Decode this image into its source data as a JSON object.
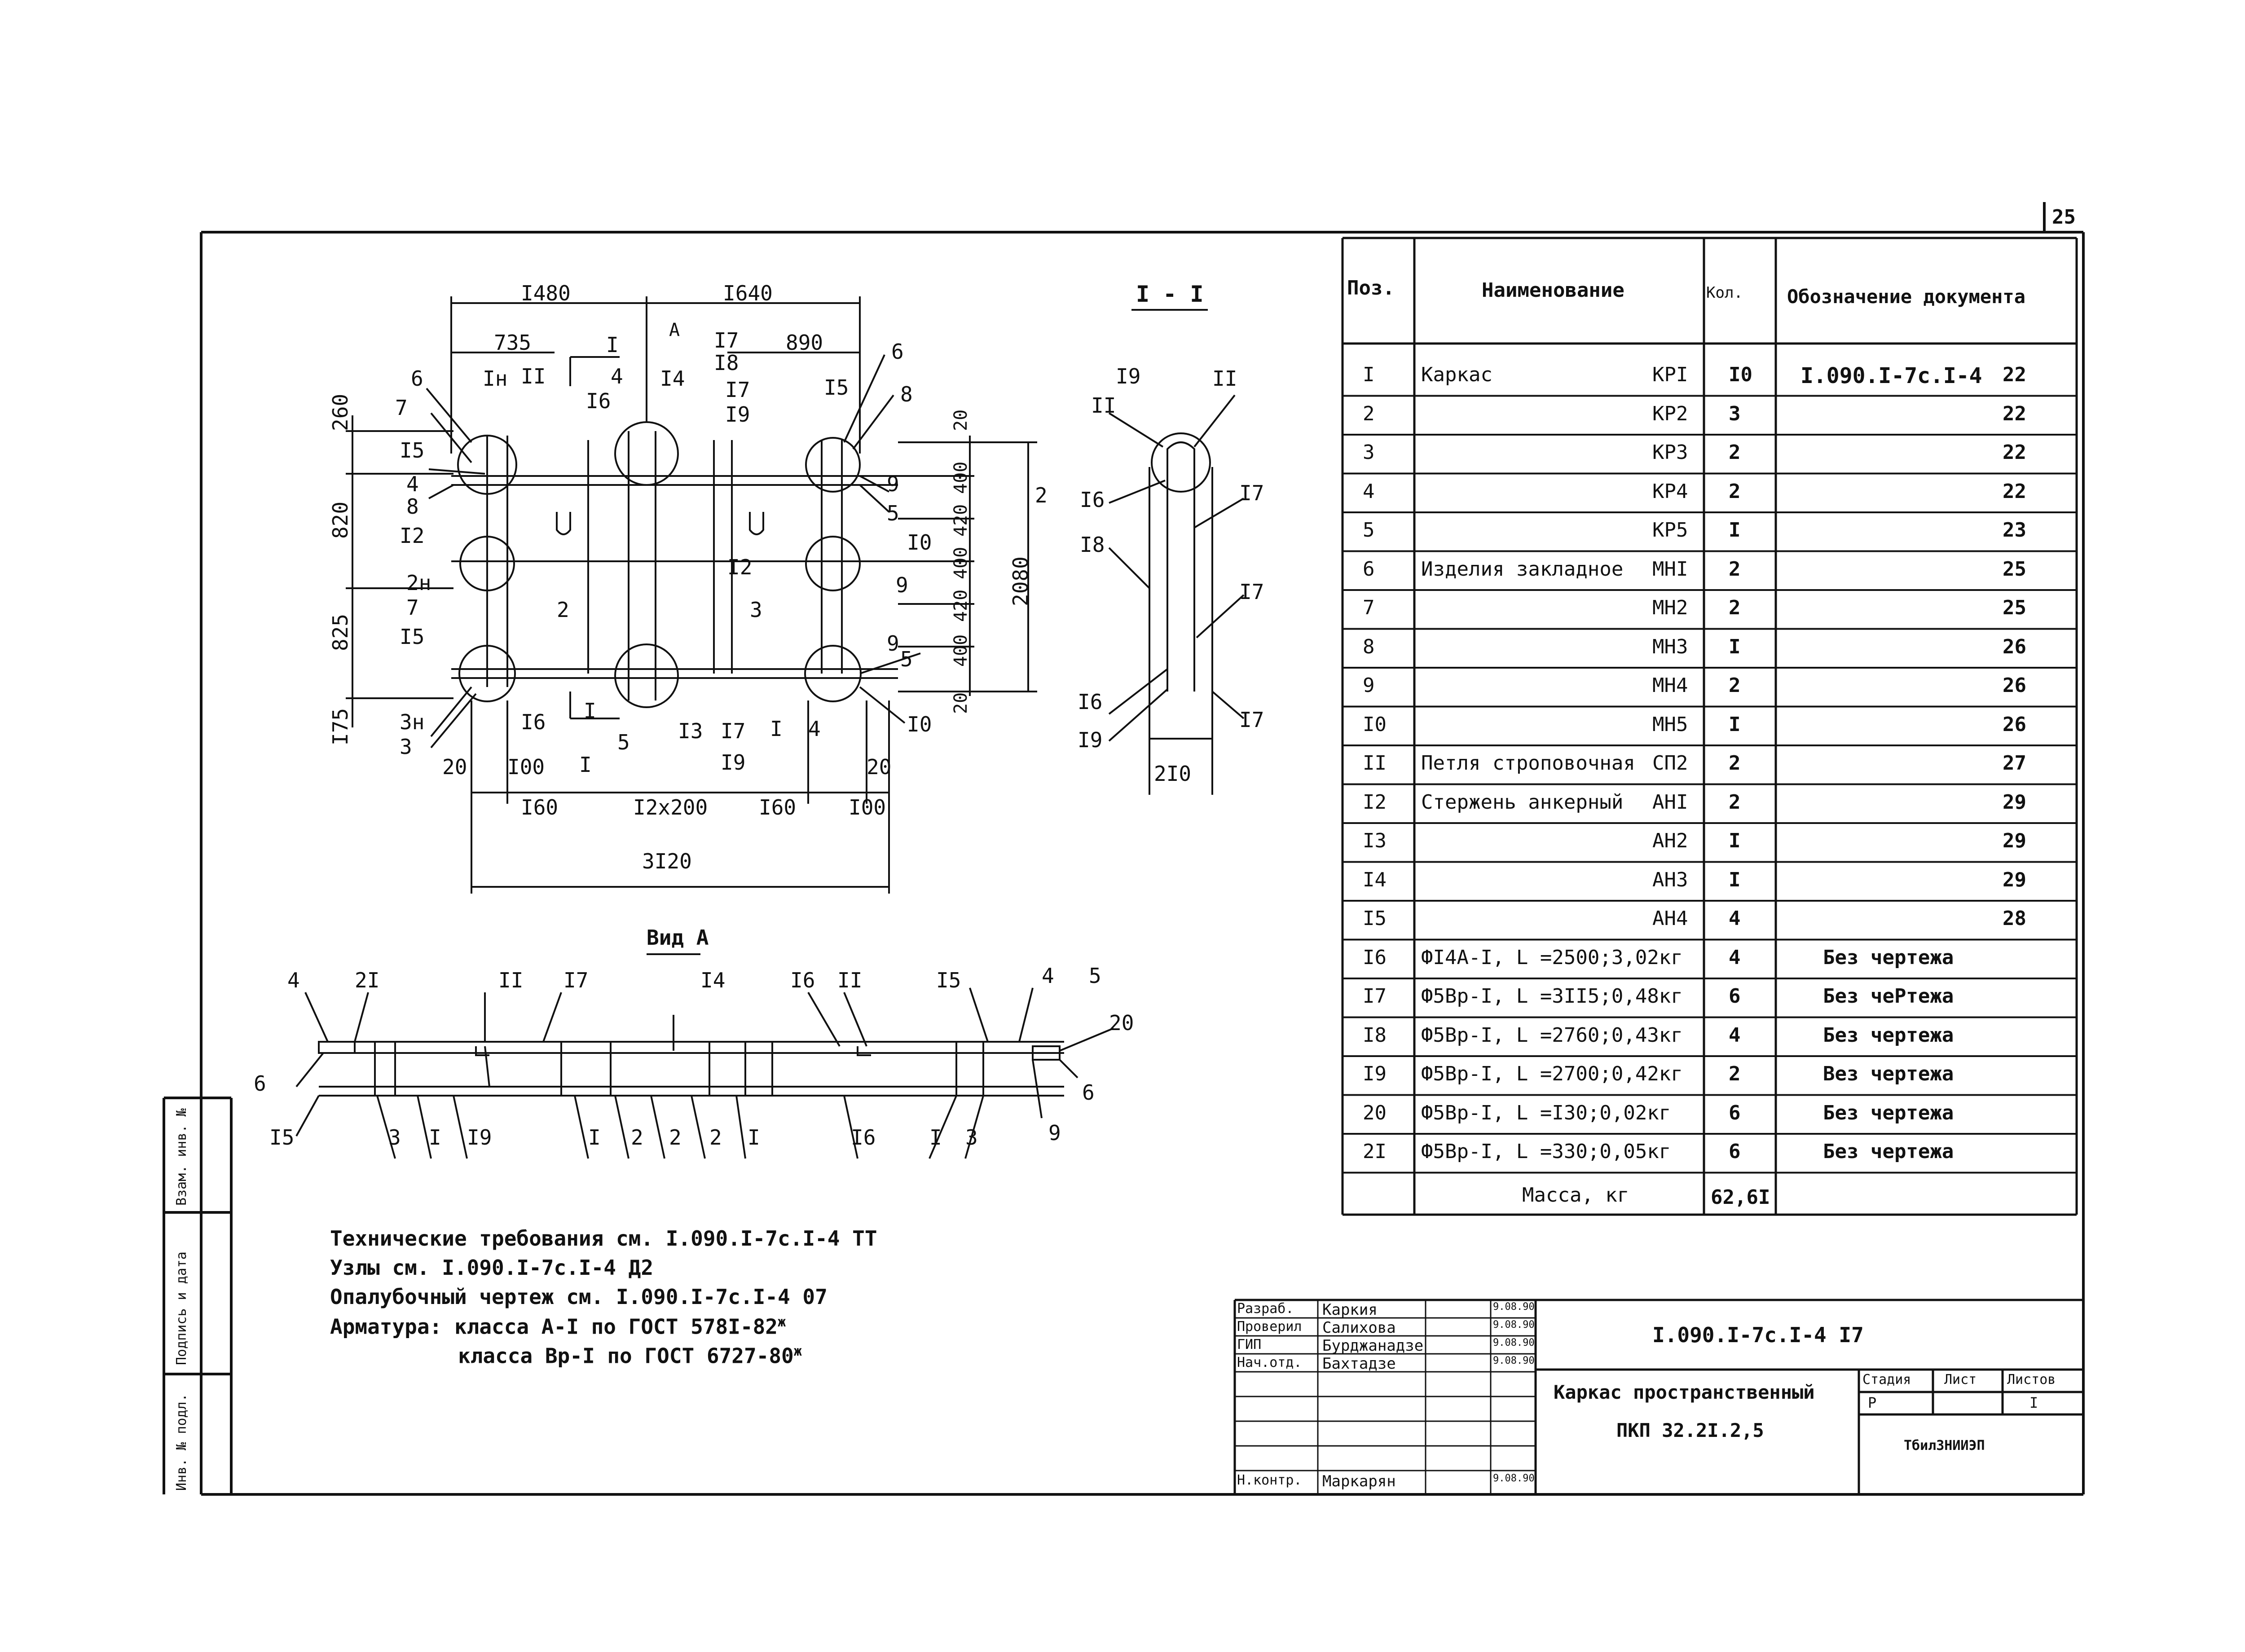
{
  "sheet": {
    "page_number": "25"
  },
  "spec_table": {
    "headers": {
      "pos": "Поз.",
      "name": "Наименование",
      "qty": "Кол.",
      "doc": "Обозначение документа"
    },
    "rows": [
      {
        "pos": "I",
        "name": "Каркас",
        "mark": "КРI",
        "qty": "I0",
        "doc": "I.090.I-7с.I-4",
        "sheet": "22"
      },
      {
        "pos": "2",
        "name": "",
        "mark": "КР2",
        "qty": "3",
        "doc": "",
        "sheet": "22"
      },
      {
        "pos": "3",
        "name": "",
        "mark": "КР3",
        "qty": "2",
        "doc": "",
        "sheet": "22"
      },
      {
        "pos": "4",
        "name": "",
        "mark": "КР4",
        "qty": "2",
        "doc": "",
        "sheet": "22"
      },
      {
        "pos": "5",
        "name": "",
        "mark": "КР5",
        "qty": "I",
        "doc": "",
        "sheet": "23"
      },
      {
        "pos": "6",
        "name": "Изделия закладное",
        "mark": "МНI",
        "qty": "2",
        "doc": "",
        "sheet": "25"
      },
      {
        "pos": "7",
        "name": "",
        "mark": "МН2",
        "qty": "2",
        "doc": "",
        "sheet": "25"
      },
      {
        "pos": "8",
        "name": "",
        "mark": "МН3",
        "qty": "I",
        "doc": "",
        "sheet": "26"
      },
      {
        "pos": "9",
        "name": "",
        "mark": "МН4",
        "qty": "2",
        "doc": "",
        "sheet": "26"
      },
      {
        "pos": "I0",
        "name": "",
        "mark": "МН5",
        "qty": "I",
        "doc": "",
        "sheet": "26"
      },
      {
        "pos": "II",
        "name": "Петля строповочная",
        "mark": "СП2",
        "qty": "2",
        "doc": "",
        "sheet": "27"
      },
      {
        "pos": "I2",
        "name": "Стержень анкерный",
        "mark": "АНI",
        "qty": "2",
        "doc": "",
        "sheet": "29"
      },
      {
        "pos": "I3",
        "name": "",
        "mark": "АН2",
        "qty": "I",
        "doc": "",
        "sheet": "29"
      },
      {
        "pos": "I4",
        "name": "",
        "mark": "АН3",
        "qty": "I",
        "doc": "",
        "sheet": "29"
      },
      {
        "pos": "I5",
        "name": "",
        "mark": "АН4",
        "qty": "4",
        "doc": "",
        "sheet": "28"
      },
      {
        "pos": "I6",
        "name": "ФI4А-I, L =2500;3,02кг",
        "mark": "",
        "qty": "4",
        "doc": "Без чертежа",
        "sheet": ""
      },
      {
        "pos": "I7",
        "name": "Ф5Вр-I, L =3II5;0,48кг",
        "mark": "",
        "qty": "6",
        "doc": "Без чеРтежа",
        "sheet": ""
      },
      {
        "pos": "I8",
        "name": "Ф5Вр-I, L =2760;0,43кг",
        "mark": "",
        "qty": "4",
        "doc": "Без чертежа",
        "sheet": ""
      },
      {
        "pos": "I9",
        "name": "Ф5Вр-I, L =2700;0,42кг",
        "mark": "",
        "qty": "2",
        "doc": "Вез чертежа",
        "sheet": ""
      },
      {
        "pos": "20",
        "name": "Ф5Вр-I, L =I30;0,02кг",
        "mark": "",
        "qty": "6",
        "doc": "Без чертежа",
        "sheet": ""
      },
      {
        "pos": "2I",
        "name": "Ф5Вр-I, L =330;0,05кг",
        "mark": "",
        "qty": "6",
        "doc": "Без чертежа",
        "sheet": ""
      }
    ],
    "mass_label": "Масса, кг",
    "mass_value": "62,6I"
  },
  "notes": {
    "line1": "Технические требования см. I.090.I-7с.I-4 ТТ",
    "line2": "Узлы см. I.090.I-7с.I-4 Д2",
    "line3": "Опалубочный чертеж см. I.090.I-7с.I-4 07",
    "line4": "Арматура: класса А-I по ГОСТ 578I-82",
    "line4_sup": "ж",
    "line5": "класса Вр-I по ГОСТ 6727-80",
    "line5_sup": "ж"
  },
  "titleblock": {
    "roles": [
      "Разраб.",
      "Проверил",
      "ГИП",
      "Нач.отд.",
      "",
      "",
      "Н.контр."
    ],
    "names": [
      "Каркия",
      "Салихова",
      "Бурджанадзе",
      "Бахтадзе",
      "",
      "",
      "Маркарян"
    ],
    "dates": [
      "9.08.90",
      "9.08.90",
      "9.08.90",
      "9.08.90",
      "",
      "",
      "9.08.90"
    ],
    "doc_code": "I.090.I-7с.I-4 I7",
    "title_line1": "Каркас пространственный",
    "title_line2": "ПКП 32.2I.2,5",
    "stage_label": "Стадия",
    "sheet_label": "Лист",
    "sheets_label": "Листов",
    "stage_value": "Р",
    "sheets_value": "I",
    "org": "ТбилЗНИИЭП"
  },
  "margin_stamp": {
    "inv_no": "Инв. № подл.",
    "sign_date": "Подпись и дата",
    "replace_inv": "Взам. инв. №"
  },
  "plan_view": {
    "dims_top": [
      "I480",
      "I640",
      "735",
      "890"
    ],
    "dims_left": [
      "260",
      "820",
      "825",
      "I75"
    ],
    "dims_right": [
      "20",
      "400",
      "420",
      "400",
      "420",
      "400",
      "20",
      "2080",
      "2"
    ],
    "dims_bottom": [
      "20",
      "I00",
      "I60",
      "I2х200",
      "I60",
      "20",
      "I00",
      "3I20"
    ],
    "section_mark": "I",
    "view_mark": "А",
    "labels_top": [
      "6",
      "7",
      "Iн",
      "II",
      "4",
      "I6",
      "I4",
      "I7",
      "I8",
      "I7",
      "I9",
      "I5",
      "6",
      "8"
    ],
    "labels_left": [
      "I5",
      "4",
      "8",
      "I2",
      "2н",
      "7",
      "I5",
      "3н",
      "3"
    ],
    "labels_right": [
      "9",
      "5",
      "I0",
      "9",
      "9",
      "5"
    ],
    "labels_mid": [
      "I2",
      "2",
      "3"
    ],
    "labels_bottom": [
      "I6",
      "I",
      "5",
      "I3",
      "I7",
      "I",
      "I9",
      "4",
      "I0"
    ]
  },
  "section_view": {
    "title": "I - I",
    "labels": [
      "I9",
      "II",
      "II",
      "I6",
      "I7",
      "I8",
      "I7",
      "I6",
      "I9",
      "I7"
    ],
    "dim": "2I0"
  },
  "side_view": {
    "title": "Вид А",
    "labels_top": [
      "4",
      "2I",
      "II",
      "I7",
      "I4",
      "I6",
      "II",
      "I5",
      "4",
      "5",
      "20"
    ],
    "labels_bottom": [
      "6",
      "I5",
      "3",
      "I",
      "I9",
      "I",
      "2",
      "2",
      "2",
      "I",
      "I6",
      "I",
      "3",
      "9",
      "6"
    ]
  }
}
